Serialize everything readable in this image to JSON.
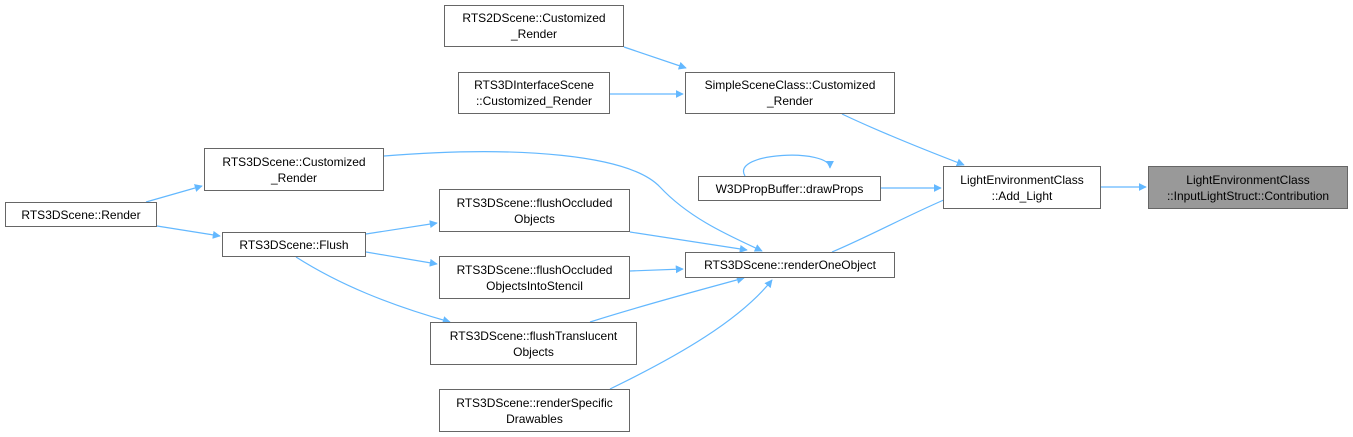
{
  "colors": {
    "edge": "#63b8ff",
    "border": "#666666",
    "highlight_fill": "#999999"
  },
  "nodes": [
    {
      "id": "rts2d_custom",
      "lines": [
        "RTS2DScene::Customized",
        "_Render"
      ]
    },
    {
      "id": "rts3dinterface_custom",
      "lines": [
        "RTS3DInterfaceScene",
        "::Customized_Render"
      ]
    },
    {
      "id": "simplescene_custom",
      "lines": [
        "SimpleSceneClass::Customized",
        "_Render"
      ]
    },
    {
      "id": "rts3d_custom",
      "lines": [
        "RTS3DScene::Customized",
        "_Render"
      ]
    },
    {
      "id": "w3dprop_draw",
      "lines": [
        "W3DPropBuffer::drawProps"
      ]
    },
    {
      "id": "lightenv_add",
      "lines": [
        "LightEnvironmentClass",
        "::Add_Light"
      ]
    },
    {
      "id": "lightenv_contrib",
      "lines": [
        "LightEnvironmentClass",
        "::InputLightStruct::Contribution"
      ],
      "highlight": true
    },
    {
      "id": "rts3d_render",
      "lines": [
        "RTS3DScene::Render"
      ]
    },
    {
      "id": "rts3d_flush",
      "lines": [
        "RTS3DScene::Flush"
      ]
    },
    {
      "id": "rts3d_flushocc",
      "lines": [
        "RTS3DScene::flushOccluded",
        "Objects"
      ]
    },
    {
      "id": "rts3d_renderone",
      "lines": [
        "RTS3DScene::renderOneObject"
      ]
    },
    {
      "id": "rts3d_flushoccstencil",
      "lines": [
        "RTS3DScene::flushOccluded",
        "ObjectsIntoStencil"
      ]
    },
    {
      "id": "rts3d_flushtrans",
      "lines": [
        "RTS3DScene::flushTranslucent",
        "Objects"
      ]
    },
    {
      "id": "rts3d_renderspec",
      "lines": [
        "RTS3DScene::renderSpecific",
        "Drawables"
      ]
    }
  ]
}
